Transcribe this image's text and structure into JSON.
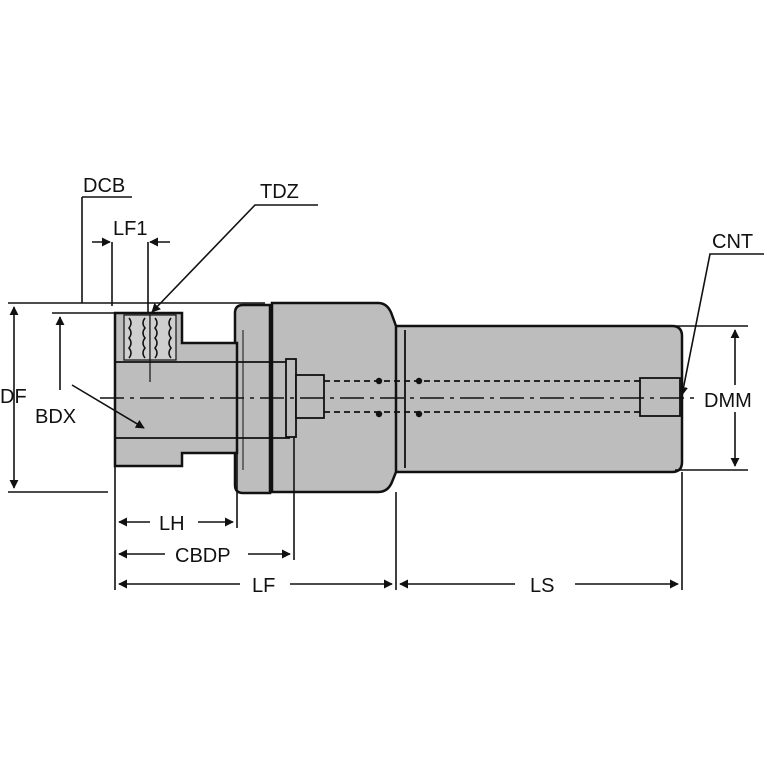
{
  "diagram": {
    "labels": {
      "dcb": "DCB",
      "tdz": "TDZ",
      "lf1": "LF1",
      "cnt": "CNT",
      "df": "DF",
      "bdx": "BDX",
      "dmm": "DMM",
      "lh": "LH",
      "cbdp": "CBDP",
      "lf": "LF",
      "ls": "LS"
    },
    "colors": {
      "body_fill": "#bdbdbd",
      "outline": "#111111",
      "background": "#ffffff"
    }
  }
}
